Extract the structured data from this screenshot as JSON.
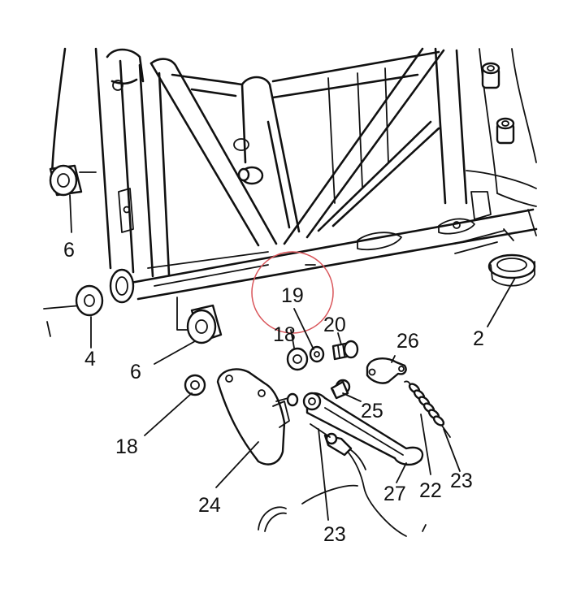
{
  "diagram": {
    "highlight_color": "#d9555a",
    "line_color": "#111111",
    "callouts": [
      {
        "id": "c-2",
        "text": "2"
      },
      {
        "id": "c-4",
        "text": "4"
      },
      {
        "id": "c-6a",
        "text": "6"
      },
      {
        "id": "c-6b",
        "text": "6"
      },
      {
        "id": "c-18a",
        "text": "18"
      },
      {
        "id": "c-18b",
        "text": "18"
      },
      {
        "id": "c-19",
        "text": "19"
      },
      {
        "id": "c-20",
        "text": "20"
      },
      {
        "id": "c-22",
        "text": "22"
      },
      {
        "id": "c-23a",
        "text": "23"
      },
      {
        "id": "c-23b",
        "text": "23"
      },
      {
        "id": "c-24",
        "text": "24"
      },
      {
        "id": "c-25",
        "text": "25"
      },
      {
        "id": "c-26",
        "text": "26"
      },
      {
        "id": "c-27",
        "text": "27"
      }
    ]
  }
}
